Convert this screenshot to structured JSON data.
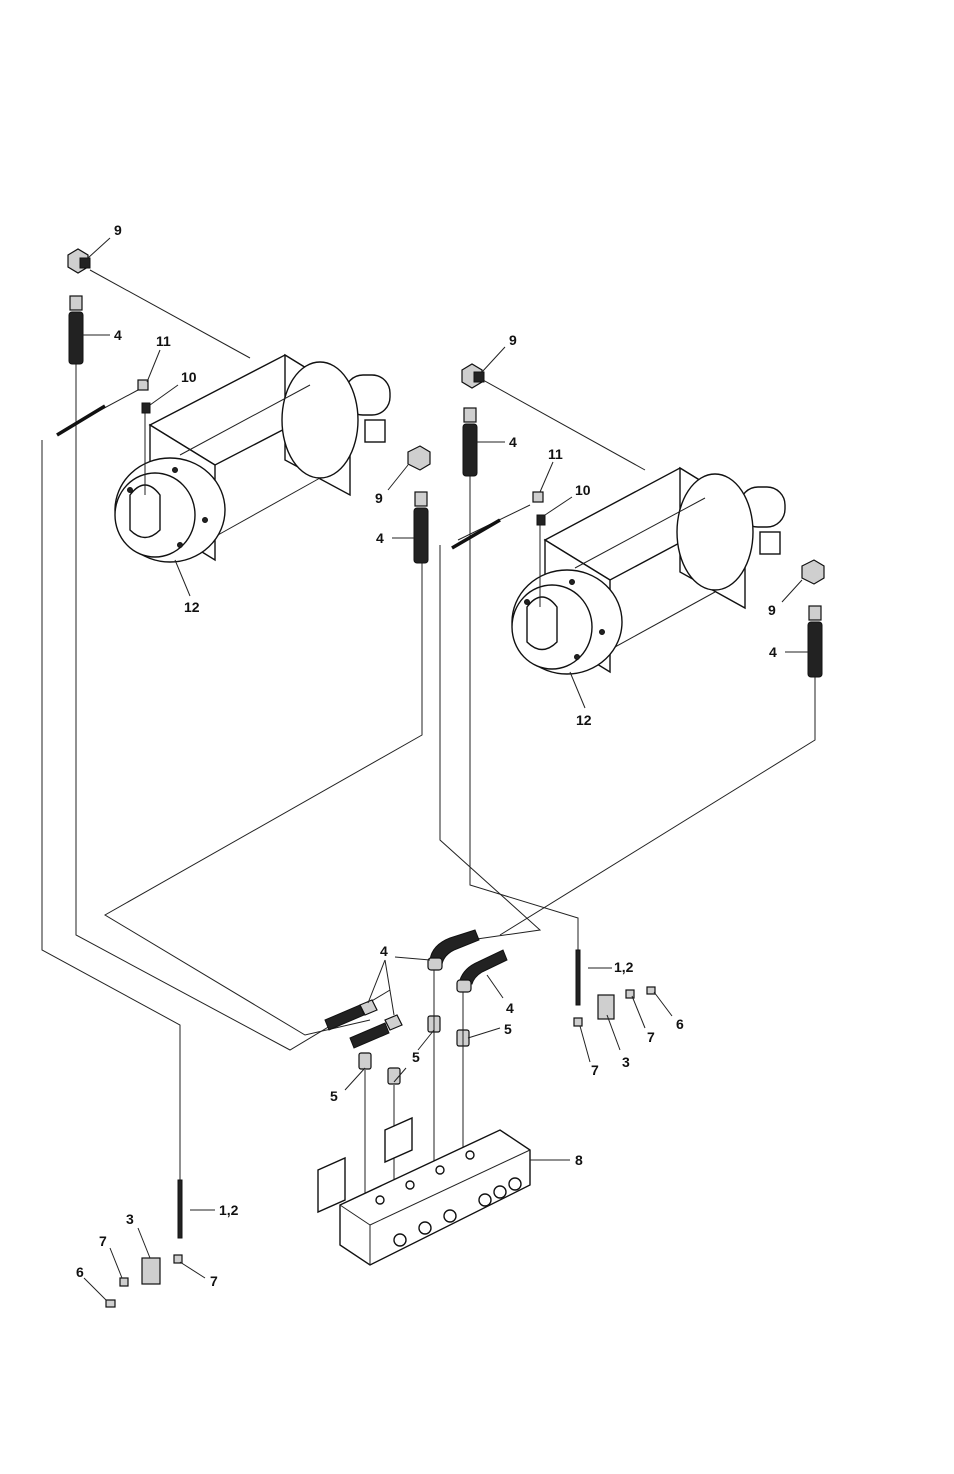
{
  "labels": {
    "l9a": "9",
    "l4a": "4",
    "l11a": "11",
    "l10a": "10",
    "l9b": "9",
    "l4b": "4",
    "l12a": "12",
    "l9c": "9",
    "l4c": "4",
    "l11b": "11",
    "l10b": "10",
    "l9d": "9",
    "l4d": "4",
    "l12b": "12",
    "l4e": "4",
    "l4f": "4",
    "l5a": "5",
    "l5b": "5",
    "l5c": "5",
    "l12c": "1,2",
    "l7a": "7",
    "l6a": "6",
    "l3a": "3",
    "l7b": "7",
    "l8": "8",
    "l12d": "1,2",
    "l3b": "3",
    "l7c": "7",
    "l6b": "6",
    "l7d": "7"
  }
}
